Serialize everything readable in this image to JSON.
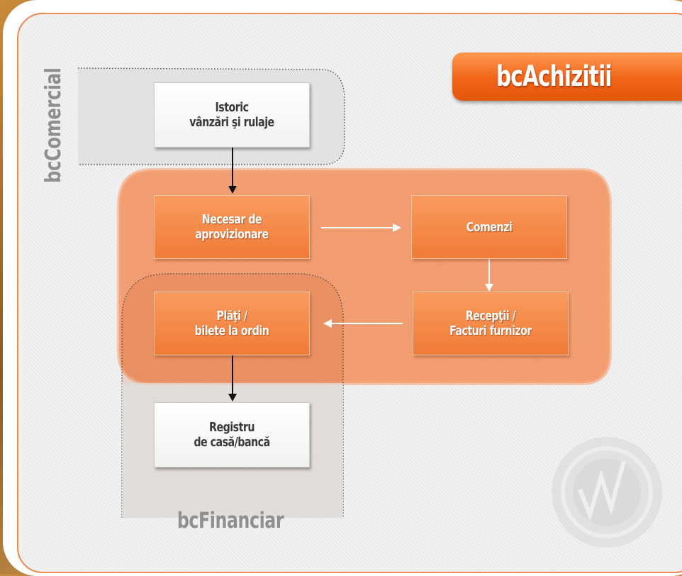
{
  "title": "bcAchizitii",
  "groups": {
    "comercial": "bcComercial",
    "financiar": "bcFinanciar"
  },
  "nodes": {
    "istoric": "Istoric\nvânzări şi rulaje",
    "necesar": "Necesar de\naprovizionare",
    "comenzi": "Comenzi",
    "receptii": "Recepţii /\nFacturi furnizor",
    "plati": "Plăţi /\nbilete la ordin",
    "registru": "Registru\nde casă/bancă"
  },
  "edges": [
    [
      "istoric",
      "necesar"
    ],
    [
      "necesar",
      "comenzi"
    ],
    [
      "comenzi",
      "receptii"
    ],
    [
      "receptii",
      "plati"
    ],
    [
      "plati",
      "registru"
    ]
  ],
  "colors": {
    "accent": "#f07b36",
    "group_fill": "#f28b55",
    "label_gray": "#8f8f8f"
  }
}
